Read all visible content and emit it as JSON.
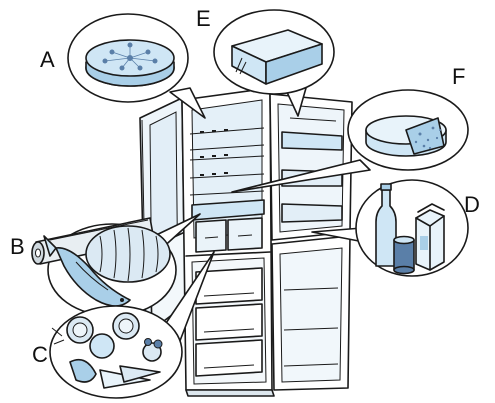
{
  "labels": {
    "a": "A",
    "b": "B",
    "c": "C",
    "d": "D",
    "e": "E",
    "f": "F"
  },
  "colors": {
    "ice": "#cfe6f5",
    "ice_dark": "#a9cfe8",
    "outline": "#1a1a1a",
    "cheese_holes": "#5a7fa8",
    "produce": "#dbe9f3"
  }
}
